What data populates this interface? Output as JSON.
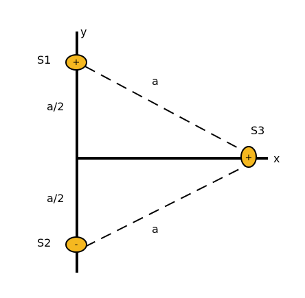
{
  "axes": {
    "y_label": "y",
    "x_label": "x"
  },
  "charges": [
    {
      "label": "S1",
      "sign": "+"
    },
    {
      "label": "S2",
      "sign": "-"
    },
    {
      "label": "S3",
      "sign": "+"
    }
  ],
  "distances": {
    "upper_half": "a/2",
    "lower_half": "a/2",
    "s1_s3": "a",
    "s2_s3": "a"
  },
  "colors": {
    "charge_fill": "#F5B820",
    "line": "#000000",
    "background": "#FFFFFF"
  }
}
